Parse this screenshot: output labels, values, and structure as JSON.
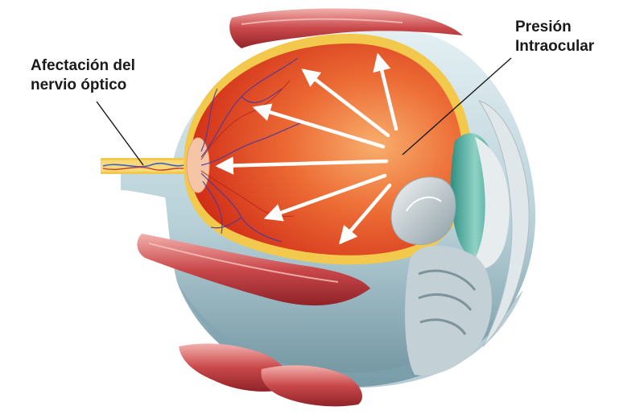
{
  "labels": {
    "optic_nerve": [
      "Afectación del",
      "nervio óptico"
    ],
    "pressure": [
      "Presión",
      "Intraocular"
    ]
  },
  "colors": {
    "retina": "#d9321c",
    "vitreous_light": "#f6a15e",
    "choroid_yellow": "#f2c94c",
    "sclera": "#c9dfe6",
    "sclera_shadow": "#7fa4b0",
    "muscle": "#c9484a",
    "muscle_light": "#f0a0a0",
    "lens_teal": "#4fb3a2",
    "iris_grey": "#9fb2ba",
    "vessels": "#4a3a9a",
    "arrows": "#ffffff",
    "leader_lines": "#1a1a1a"
  }
}
